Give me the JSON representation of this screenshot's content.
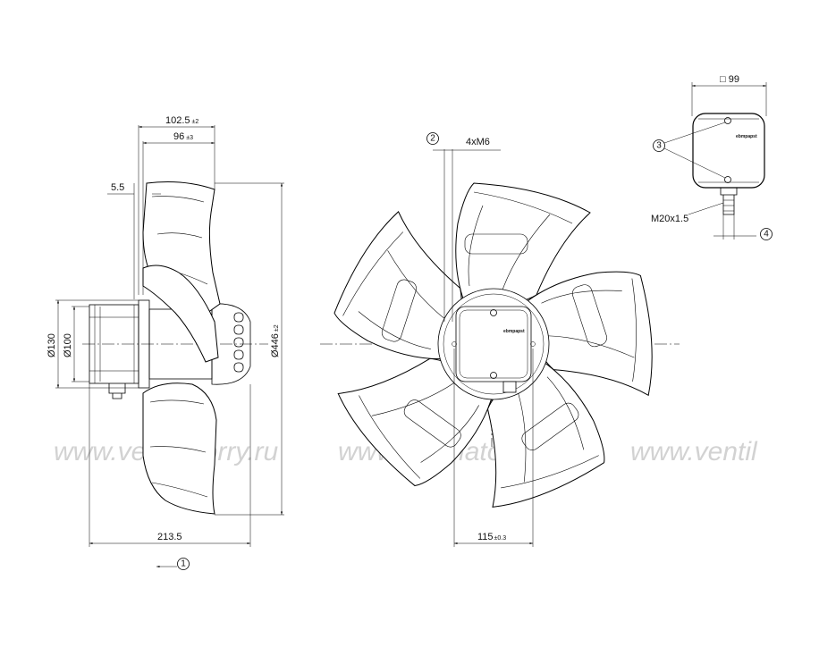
{
  "watermark": {
    "text": "www.ventilatorry.ru",
    "text_partial": "www.ventil"
  },
  "side_view": {
    "dim_overall_hub": "102.5",
    "dim_overall_hub_tol": "±2",
    "dim_blade": "96",
    "dim_blade_tol": "±3",
    "dim_flange": "5.5",
    "dim_d130": "Ø130",
    "dim_d100": "Ø100",
    "dim_d446": "Ø446",
    "dim_d446_tol": "±2",
    "dim_length": "213.5",
    "callout_airflow": "1"
  },
  "front_view": {
    "callout_holes": "2",
    "dim_holes": "4xM6",
    "dim_bolt": "115",
    "dim_bolt_tol": "±0.3",
    "label_brand": "ebmpapst"
  },
  "terminal_box": {
    "dim_box": "□ 99",
    "callout_screws": "3",
    "dim_gland": "M20x1.5",
    "callout_gland": "4",
    "label_brand": "ebmpapst"
  }
}
